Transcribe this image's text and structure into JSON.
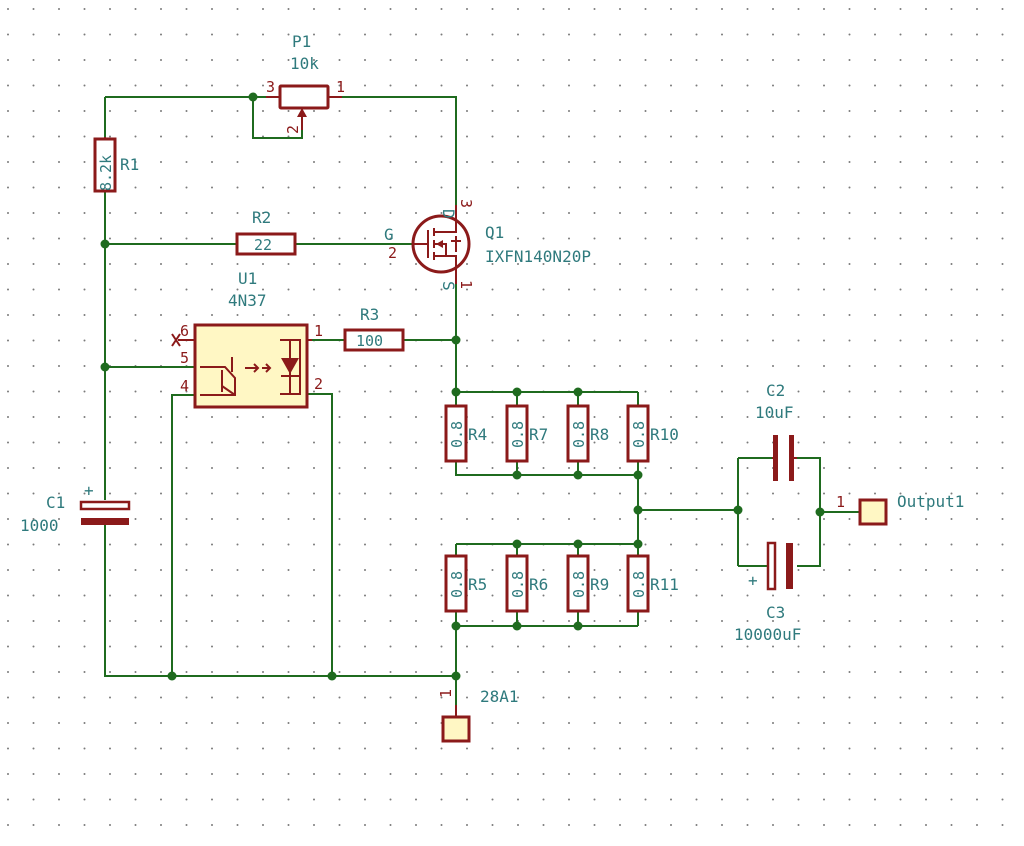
{
  "colors": {
    "wire": "#1f6b1f",
    "component": "#8b1a1a",
    "label": "#2f7a7d",
    "ic_fill": "#fff7c4",
    "grid": "#7a7a7a"
  },
  "components": {
    "P1": {
      "ref": "P1",
      "value": "10k",
      "pin_left": "3",
      "pin_right": "1",
      "pin_wiper": "2"
    },
    "R1": {
      "ref": "R1",
      "value": "8.2k"
    },
    "R2": {
      "ref": "R2",
      "value": "22"
    },
    "R3": {
      "ref": "R3",
      "value": "100"
    },
    "Q1": {
      "ref": "Q1",
      "value": "IXFN140N20P",
      "gate": "G",
      "drain": "D",
      "source": "S",
      "pin_gate": "2",
      "pin_drain": "3",
      "pin_source": "1"
    },
    "U1": {
      "ref": "U1",
      "value": "4N37",
      "pins": [
        "6",
        "5",
        "4",
        "1",
        "2"
      ]
    },
    "C1": {
      "ref": "C1",
      "value": "1000",
      "polarity": "+"
    },
    "C2": {
      "ref": "C2",
      "value": "10uF"
    },
    "C3": {
      "ref": "C3",
      "value": "10000uF",
      "polarity": "+"
    },
    "upper_bank": [
      {
        "ref": "R4",
        "value": "0.8"
      },
      {
        "ref": "R7",
        "value": "0.8"
      },
      {
        "ref": "R8",
        "value": "0.8"
      },
      {
        "ref": "R10",
        "value": "0.8"
      }
    ],
    "lower_bank": [
      {
        "ref": "R5",
        "value": "0.8"
      },
      {
        "ref": "R6",
        "value": "0.8"
      },
      {
        "ref": "R9",
        "value": "0.8"
      },
      {
        "ref": "R11",
        "value": "0.8"
      }
    ],
    "Output1": {
      "ref": "Output1",
      "pin": "1"
    },
    "A1": {
      "ref": "28A1",
      "pin": "1"
    }
  }
}
